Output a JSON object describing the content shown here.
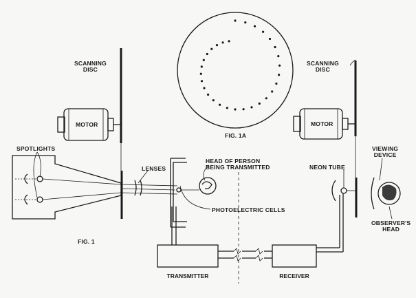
{
  "labels": {
    "scanning_disc_left_1": "SCANNING",
    "scanning_disc_left_2": "DISC",
    "scanning_disc_right_1": "SCANNING",
    "scanning_disc_right_2": "DISC",
    "motor_left": "MOTOR",
    "motor_right": "MOTOR",
    "fig_1a": "FIG. 1A",
    "fig_1": "FIG. 1",
    "spotlights": "SPOTLIGHTS",
    "lenses": "LENSES",
    "head_of_person_1": "HEAD OF PERSON",
    "head_of_person_2": "BEING TRANSMITTED",
    "neon_tube": "NEON TUBE",
    "viewing_device_1": "VIEWING",
    "viewing_device_2": "DEVICE",
    "photoelectric_cells": "PHOTOELECTRIC CELLS",
    "observers_head_1": "OBSERVER'S",
    "observers_head_2": "HEAD",
    "transmitter": "TRANSMITTER",
    "receiver": "RECEIVER"
  }
}
